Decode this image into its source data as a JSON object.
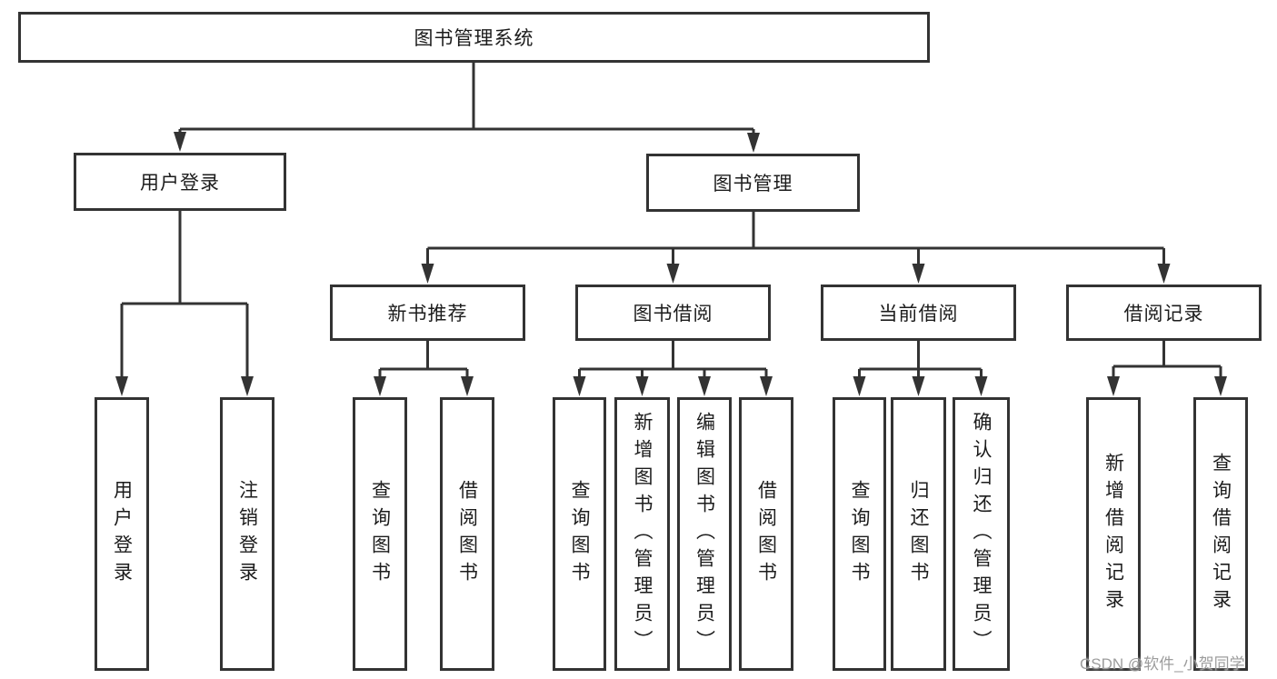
{
  "tree": {
    "label": "图书管理系统",
    "children": [
      {
        "label": "用户登录",
        "children": [
          {
            "label": "用户登录"
          },
          {
            "label": "注销登录"
          }
        ]
      },
      {
        "label": "图书管理",
        "children": [
          {
            "label": "新书推荐",
            "children": [
              {
                "label": "查询图书"
              },
              {
                "label": "借阅图书"
              }
            ]
          },
          {
            "label": "图书借阅",
            "children": [
              {
                "label": "查询图书"
              },
              {
                "label": "新增图书（管理员）"
              },
              {
                "label": "编辑图书（管理员）"
              },
              {
                "label": "借阅图书"
              }
            ]
          },
          {
            "label": "当前借阅",
            "children": [
              {
                "label": "查询图书"
              },
              {
                "label": "归还图书"
              },
              {
                "label": "确认归还（管理员）"
              }
            ]
          },
          {
            "label": "借阅记录",
            "children": [
              {
                "label": "新增借阅记录"
              },
              {
                "label": "查询借阅记录"
              }
            ]
          }
        ]
      }
    ]
  },
  "watermark": {
    "text": "CSDN @软件_小贺同学"
  },
  "colors": {
    "line": "#333333",
    "box_border": "#333333",
    "text": "#1c1c1c",
    "watermark": "#9c9c9c",
    "background": "#ffffff"
  }
}
